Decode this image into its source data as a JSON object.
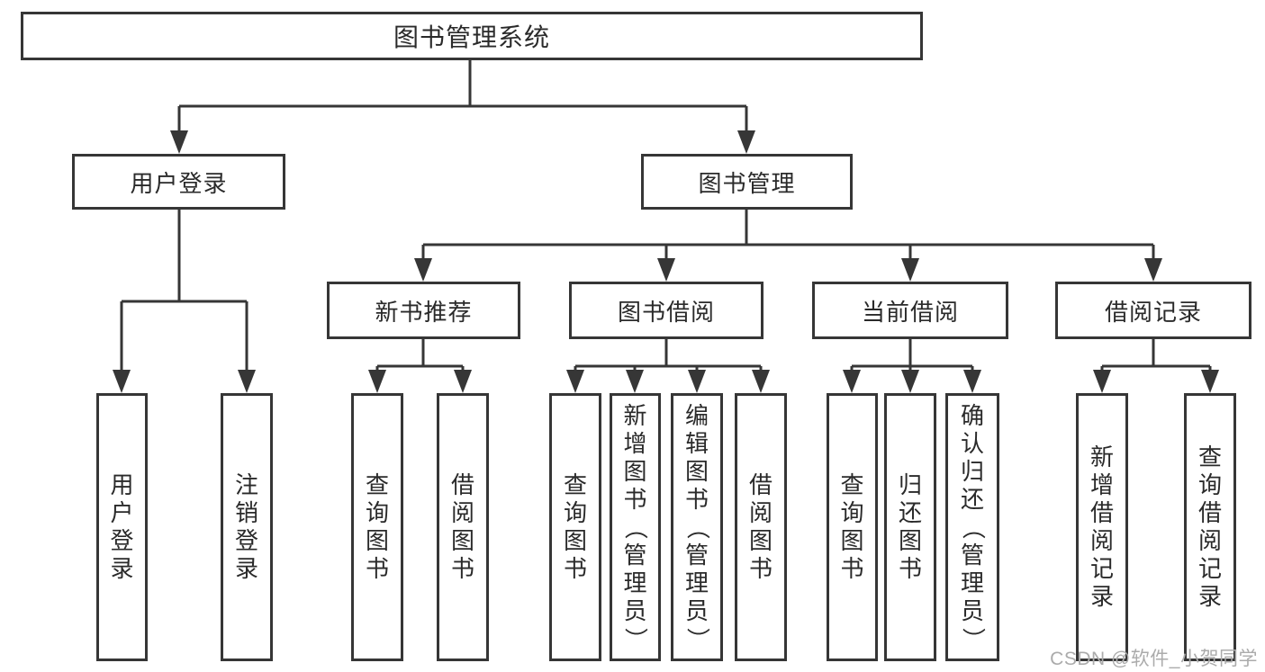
{
  "tree": {
    "label": "图书管理系统",
    "children": [
      {
        "label": "用户登录",
        "children": [
          {
            "label": "用户登录"
          },
          {
            "label": "注销登录"
          }
        ]
      },
      {
        "label": "图书管理",
        "children": [
          {
            "label": "新书推荐",
            "children": [
              {
                "label": "查询图书"
              },
              {
                "label": "借阅图书"
              }
            ]
          },
          {
            "label": "图书借阅",
            "children": [
              {
                "label": "查询图书"
              },
              {
                "label": "新增图书（管理员）"
              },
              {
                "label": "编辑图书（管理员）"
              },
              {
                "label": "借阅图书"
              }
            ]
          },
          {
            "label": "当前借阅",
            "children": [
              {
                "label": "查询图书"
              },
              {
                "label": "归还图书"
              },
              {
                "label": "确认归还（管理员）"
              }
            ]
          },
          {
            "label": "借阅记录",
            "children": [
              {
                "label": "新增借阅记录"
              },
              {
                "label": "查询借阅记录"
              }
            ]
          }
        ]
      }
    ]
  },
  "watermark": {
    "text": "CSDN @软件_小贺同学"
  },
  "colors": {
    "line": "#363636",
    "text": "#2a2a2a",
    "watermark": "#ababab",
    "background": "#ffffff"
  }
}
